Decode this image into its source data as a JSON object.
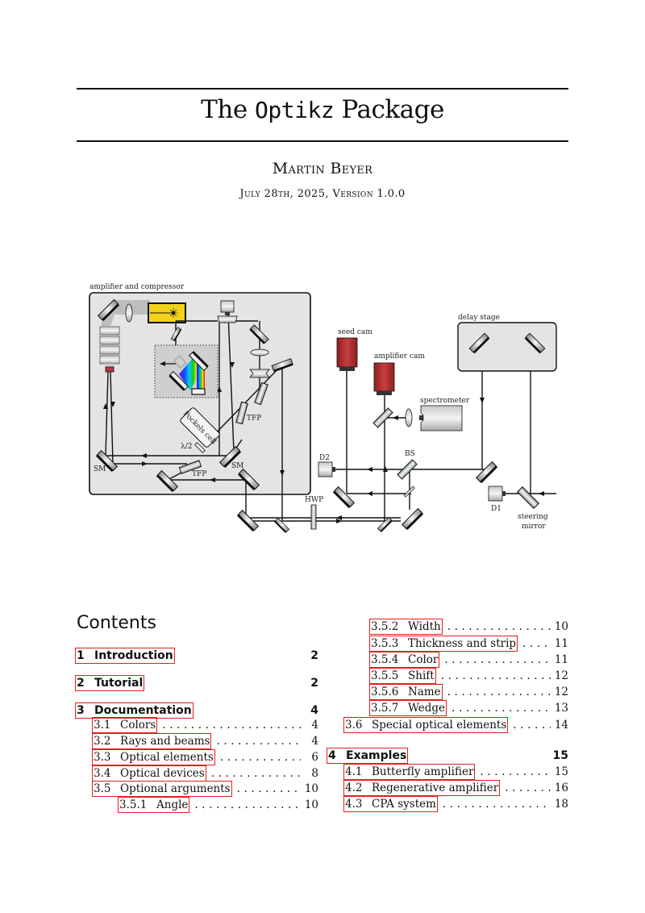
{
  "document": {
    "title_prefix": "The",
    "title_package": "Optikz",
    "title_suffix": "Package",
    "author": "Martin Beyer",
    "date_version": "July 28th, 2025, Version 1.0.0"
  },
  "figure": {
    "labels": {
      "amplifier_box": "amplifier and compressor",
      "delay_stage": "delay stage",
      "seed_cam": "seed cam",
      "amplifier_cam": "amplifier cam",
      "spectrometer": "spectrometer",
      "tfp_upper": "TFP",
      "tfp_lower": "TFP",
      "pockels": "Pockels cell",
      "half_wave": "λ/2",
      "sm_left": "SM",
      "sm_right": "SM",
      "d2": "D2",
      "bs": "BS",
      "hwp": "HWP",
      "d1": "D1",
      "steering_1": "steering",
      "steering_2": "mirror"
    },
    "colors": {
      "box_fill": "#e4e4e4",
      "camera": "#b22a2a",
      "laser": "#f2d31b",
      "link_box": "#e21d1d"
    }
  },
  "toc": {
    "heading": "Contents",
    "left": [
      {
        "num": "1",
        "title": "Introduction",
        "page": "2",
        "level": 0
      },
      {
        "num": "2",
        "title": "Tutorial",
        "page": "2",
        "level": 0
      },
      {
        "num": "3",
        "title": "Documentation",
        "page": "4",
        "level": 0
      },
      {
        "num": "3.1",
        "title": "Colors",
        "page": "4",
        "level": 1
      },
      {
        "num": "3.2",
        "title": "Rays and beams",
        "page": "4",
        "level": 1
      },
      {
        "num": "3.3",
        "title": "Optical elements",
        "page": "6",
        "level": 1
      },
      {
        "num": "3.4",
        "title": "Optical devices",
        "page": "8",
        "level": 1
      },
      {
        "num": "3.5",
        "title": "Optional arguments",
        "page": "10",
        "level": 1
      },
      {
        "num": "3.5.1",
        "title": "Angle",
        "page": "10",
        "level": 2
      }
    ],
    "right": [
      {
        "num": "3.5.2",
        "title": "Width",
        "page": "10",
        "level": 2
      },
      {
        "num": "3.5.3",
        "title": "Thickness and strip",
        "page": "11",
        "level": 2
      },
      {
        "num": "3.5.4",
        "title": "Color",
        "page": "11",
        "level": 2
      },
      {
        "num": "3.5.5",
        "title": "Shift",
        "page": "12",
        "level": 2
      },
      {
        "num": "3.5.6",
        "title": "Name",
        "page": "12",
        "level": 2
      },
      {
        "num": "3.5.7",
        "title": "Wedge",
        "page": "13",
        "level": 2
      },
      {
        "num": "3.6",
        "title": "Special optical elements",
        "page": "14",
        "level": 1
      },
      {
        "num": "4",
        "title": "Examples",
        "page": "15",
        "level": 0
      },
      {
        "num": "4.1",
        "title": "Butterfly amplifier",
        "page": "15",
        "level": 1
      },
      {
        "num": "4.2",
        "title": "Regenerative amplifier",
        "page": "16",
        "level": 1
      },
      {
        "num": "4.3",
        "title": "CPA system",
        "page": "18",
        "level": 1
      }
    ]
  }
}
